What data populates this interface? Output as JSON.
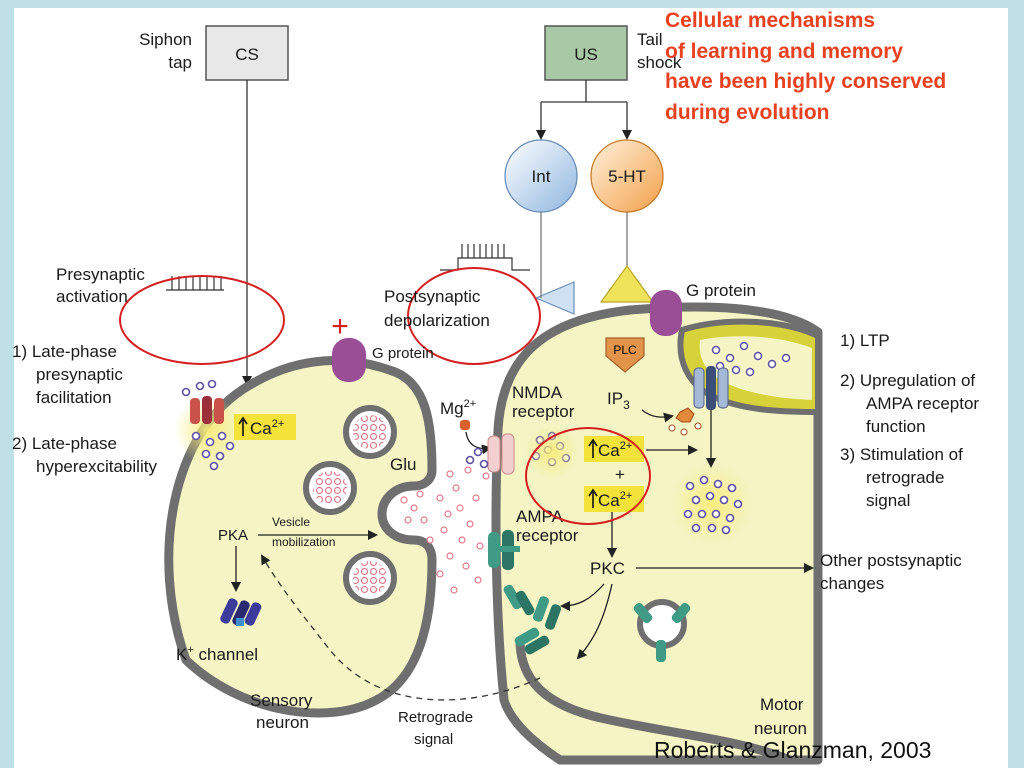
{
  "title_lines": [
    "Cellular mechanisms",
    "of learning and memory",
    "have been highly conserved",
    "during evolution"
  ],
  "citation": "Roberts & Glanzman, 2003",
  "stimuli": {
    "cs_box": "CS",
    "cs_label": [
      "Siphon",
      "tap"
    ],
    "us_box": "US",
    "us_label": [
      "Tail",
      "shock"
    ],
    "int": "Int",
    "ht": "5-HT"
  },
  "presynaptic": {
    "activation": [
      "Presynaptic",
      "activation"
    ],
    "effects": [
      "1) Late-phase",
      "presynaptic",
      "facilitation",
      "2) Late-phase",
      "hyperexcitability"
    ],
    "g_protein": "G protein",
    "ca": "Ca",
    "ca_sup": "2+",
    "glu": "Glu",
    "pka": "PKA",
    "vesicle_mobilization": [
      "Vesicle",
      "mobilization"
    ],
    "k_channel": "K",
    "k_sup": "+",
    "k_channel_rest": " channel",
    "sensory_neuron": [
      "Sensory",
      "neuron"
    ],
    "plus_sign": "+"
  },
  "postsynaptic": {
    "depolarization": [
      "Postsynaptic",
      "depolarization"
    ],
    "g_protein": "G protein",
    "plc": "PLC",
    "ip3": "IP",
    "ip3_sub": "3",
    "mg": "Mg",
    "mg_sup": "2+",
    "nmda": [
      "NMDA",
      "receptor"
    ],
    "ca": "Ca",
    "ca_sup": "2+",
    "plus": "+",
    "ampa": [
      "AMPA",
      "receptor"
    ],
    "pkc": "PKC",
    "other_changes": [
      "Other postsynaptic",
      "changes"
    ],
    "motor_neuron": [
      "Motor",
      "neuron"
    ],
    "retrograde": [
      "Retrograde",
      "signal"
    ],
    "outcomes": [
      "1)  LTP",
      "2)  Upregulation of",
      "AMPA receptor",
      "function",
      "3)  Stimulation of",
      "retrograde",
      "signal"
    ]
  },
  "colors": {
    "cell_fill": "#f4f4c4",
    "membrane": "#6f6f6f",
    "highlight": "#f3e23a",
    "annotation_red": "#d42020",
    "title_red": "#e8411f",
    "box_green": "#a9c8a6",
    "int_blue": "#8fb6df",
    "ht_orange": "#f2a04a"
  }
}
